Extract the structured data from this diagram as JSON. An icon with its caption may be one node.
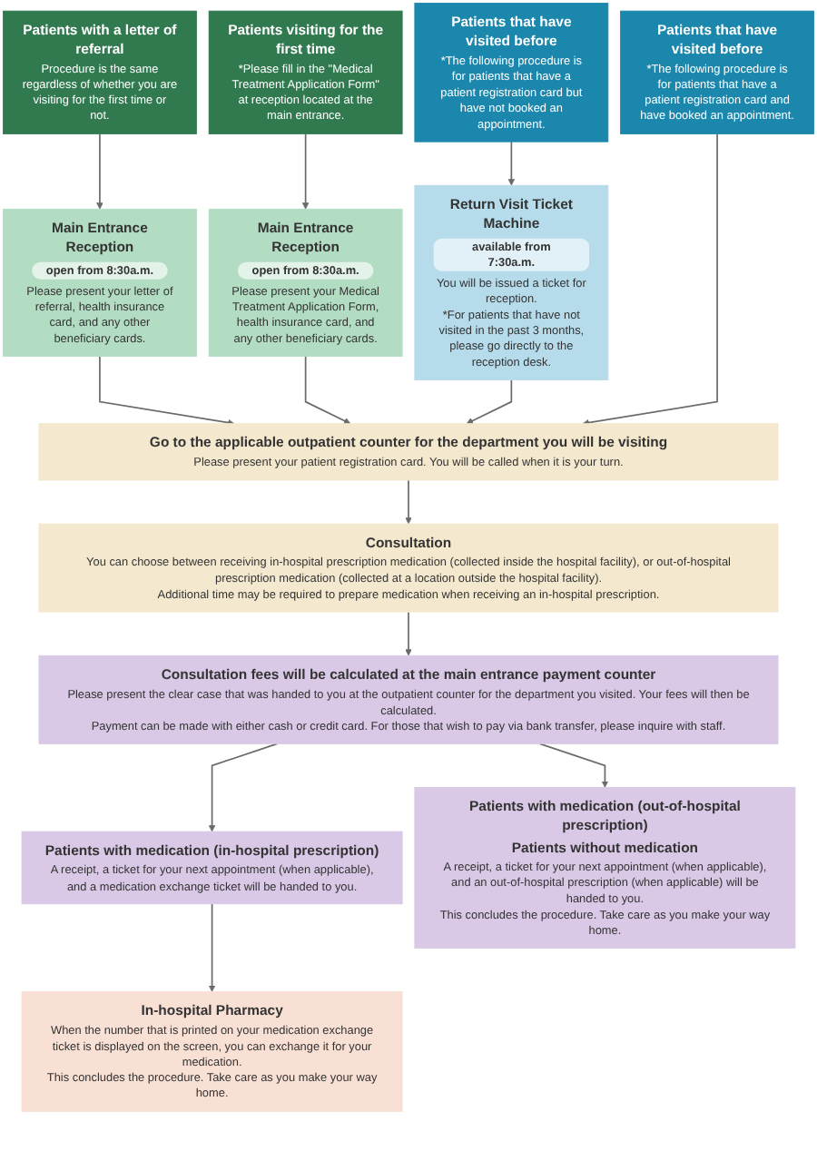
{
  "diagram": {
    "nodes": [
      {
        "text": [
          "Patients with a letter of referral",
          "Procedure is the same regardless of whether you are visiting for the first time or not."
        ]
      },
      {
        "text": [
          "Patients visiting for the first time",
          "*Please fill in the \"Medical Treatment Application Form\" at reception located at the main entrance."
        ]
      },
      {
        "text": [
          "Patients that have visited before",
          "*The following procedure is for patients that have a patient registration card but have not booked an appointment."
        ]
      },
      {
        "text": [
          "Patients that have visited before",
          "*The following procedure is for patients that have a patient registration card and have booked an appointment."
        ]
      },
      {
        "text": [
          "Main Entrance Reception",
          "open from 8:30a.m.",
          "Please present your letter of referral, health insurance card, and any other beneficiary cards."
        ]
      },
      {
        "text": [
          "Main Entrance Reception",
          "open from 8:30a.m.",
          "Please present your Medical Treatment Application Form, health insurance card, and any other beneficiary cards."
        ]
      },
      {
        "text": [
          "Return Visit Ticket Machine",
          "available from 7:30a.m.",
          "You will be issued a ticket for reception.",
          "*For patients that have not visited in the past 3 months, please go directly to the reception desk."
        ]
      },
      {
        "text": [
          "Go to the applicable outpatient counter for the department you will be visiting",
          "Please present your patient registration card. You will be called when it is your turn."
        ]
      },
      {
        "text": [
          "Consultation",
          "You can choose between receiving in-hospital prescription medication (collected inside the hospital facility), or out-of-hospital prescription medication (collected at a location outside the hospital facility).",
          "Additional time may be required to prepare medication when receiving an in-hospital prescription."
        ]
      },
      {
        "text": [
          "Consultation fees will be calculated at the main entrance payment counter",
          "Please present the clear case that was handed to you at the outpatient counter for the department you visited. Your fees will then be calculated.",
          "Payment can be made with either cash or credit card. For those that wish to pay via bank transfer, please inquire with staff."
        ]
      },
      {
        "text": [
          "Patients with medication (in-hospital prescription)",
          "A receipt, a ticket for your next appointment (when applicable), and a medication exchange ticket will be handed to you."
        ]
      },
      {
        "text": [
          "Patients with medication (out-of-hospital prescription)",
          "Patients without medication",
          "A receipt, a ticket for your next appointment (when applicable), and an out-of-hospital prescription (when applicable) will be handed to you.",
          "This concludes the procedure. Take care as you make your way home."
        ]
      },
      {
        "text": [
          "In-hospital Pharmacy",
          "When the number that is printed on your medication exchange ticket is displayed on the screen, you can exchange it for your medication.",
          "This concludes the procedure. Take care as you make your way home."
        ]
      }
    ],
    "edges": [
      {
        "from": 0,
        "to": 4,
        "arrow": "to"
      },
      {
        "from": 1,
        "to": 5,
        "arrow": "to"
      },
      {
        "from": 2,
        "to": 6,
        "arrow": "to"
      },
      {
        "from": 4,
        "to": 7,
        "arrow": "to"
      },
      {
        "from": 5,
        "to": 7,
        "arrow": "to"
      },
      {
        "from": 6,
        "to": 7,
        "arrow": "to"
      },
      {
        "from": 3,
        "to": 7,
        "arrow": "to"
      },
      {
        "from": 7,
        "to": 8,
        "arrow": "to"
      },
      {
        "from": 8,
        "to": 9,
        "arrow": "to"
      },
      {
        "from": 9,
        "to": 10,
        "arrow": "to"
      },
      {
        "from": 9,
        "to": 11,
        "arrow": "to"
      },
      {
        "from": 10,
        "to": 12,
        "arrow": "to"
      }
    ]
  }
}
